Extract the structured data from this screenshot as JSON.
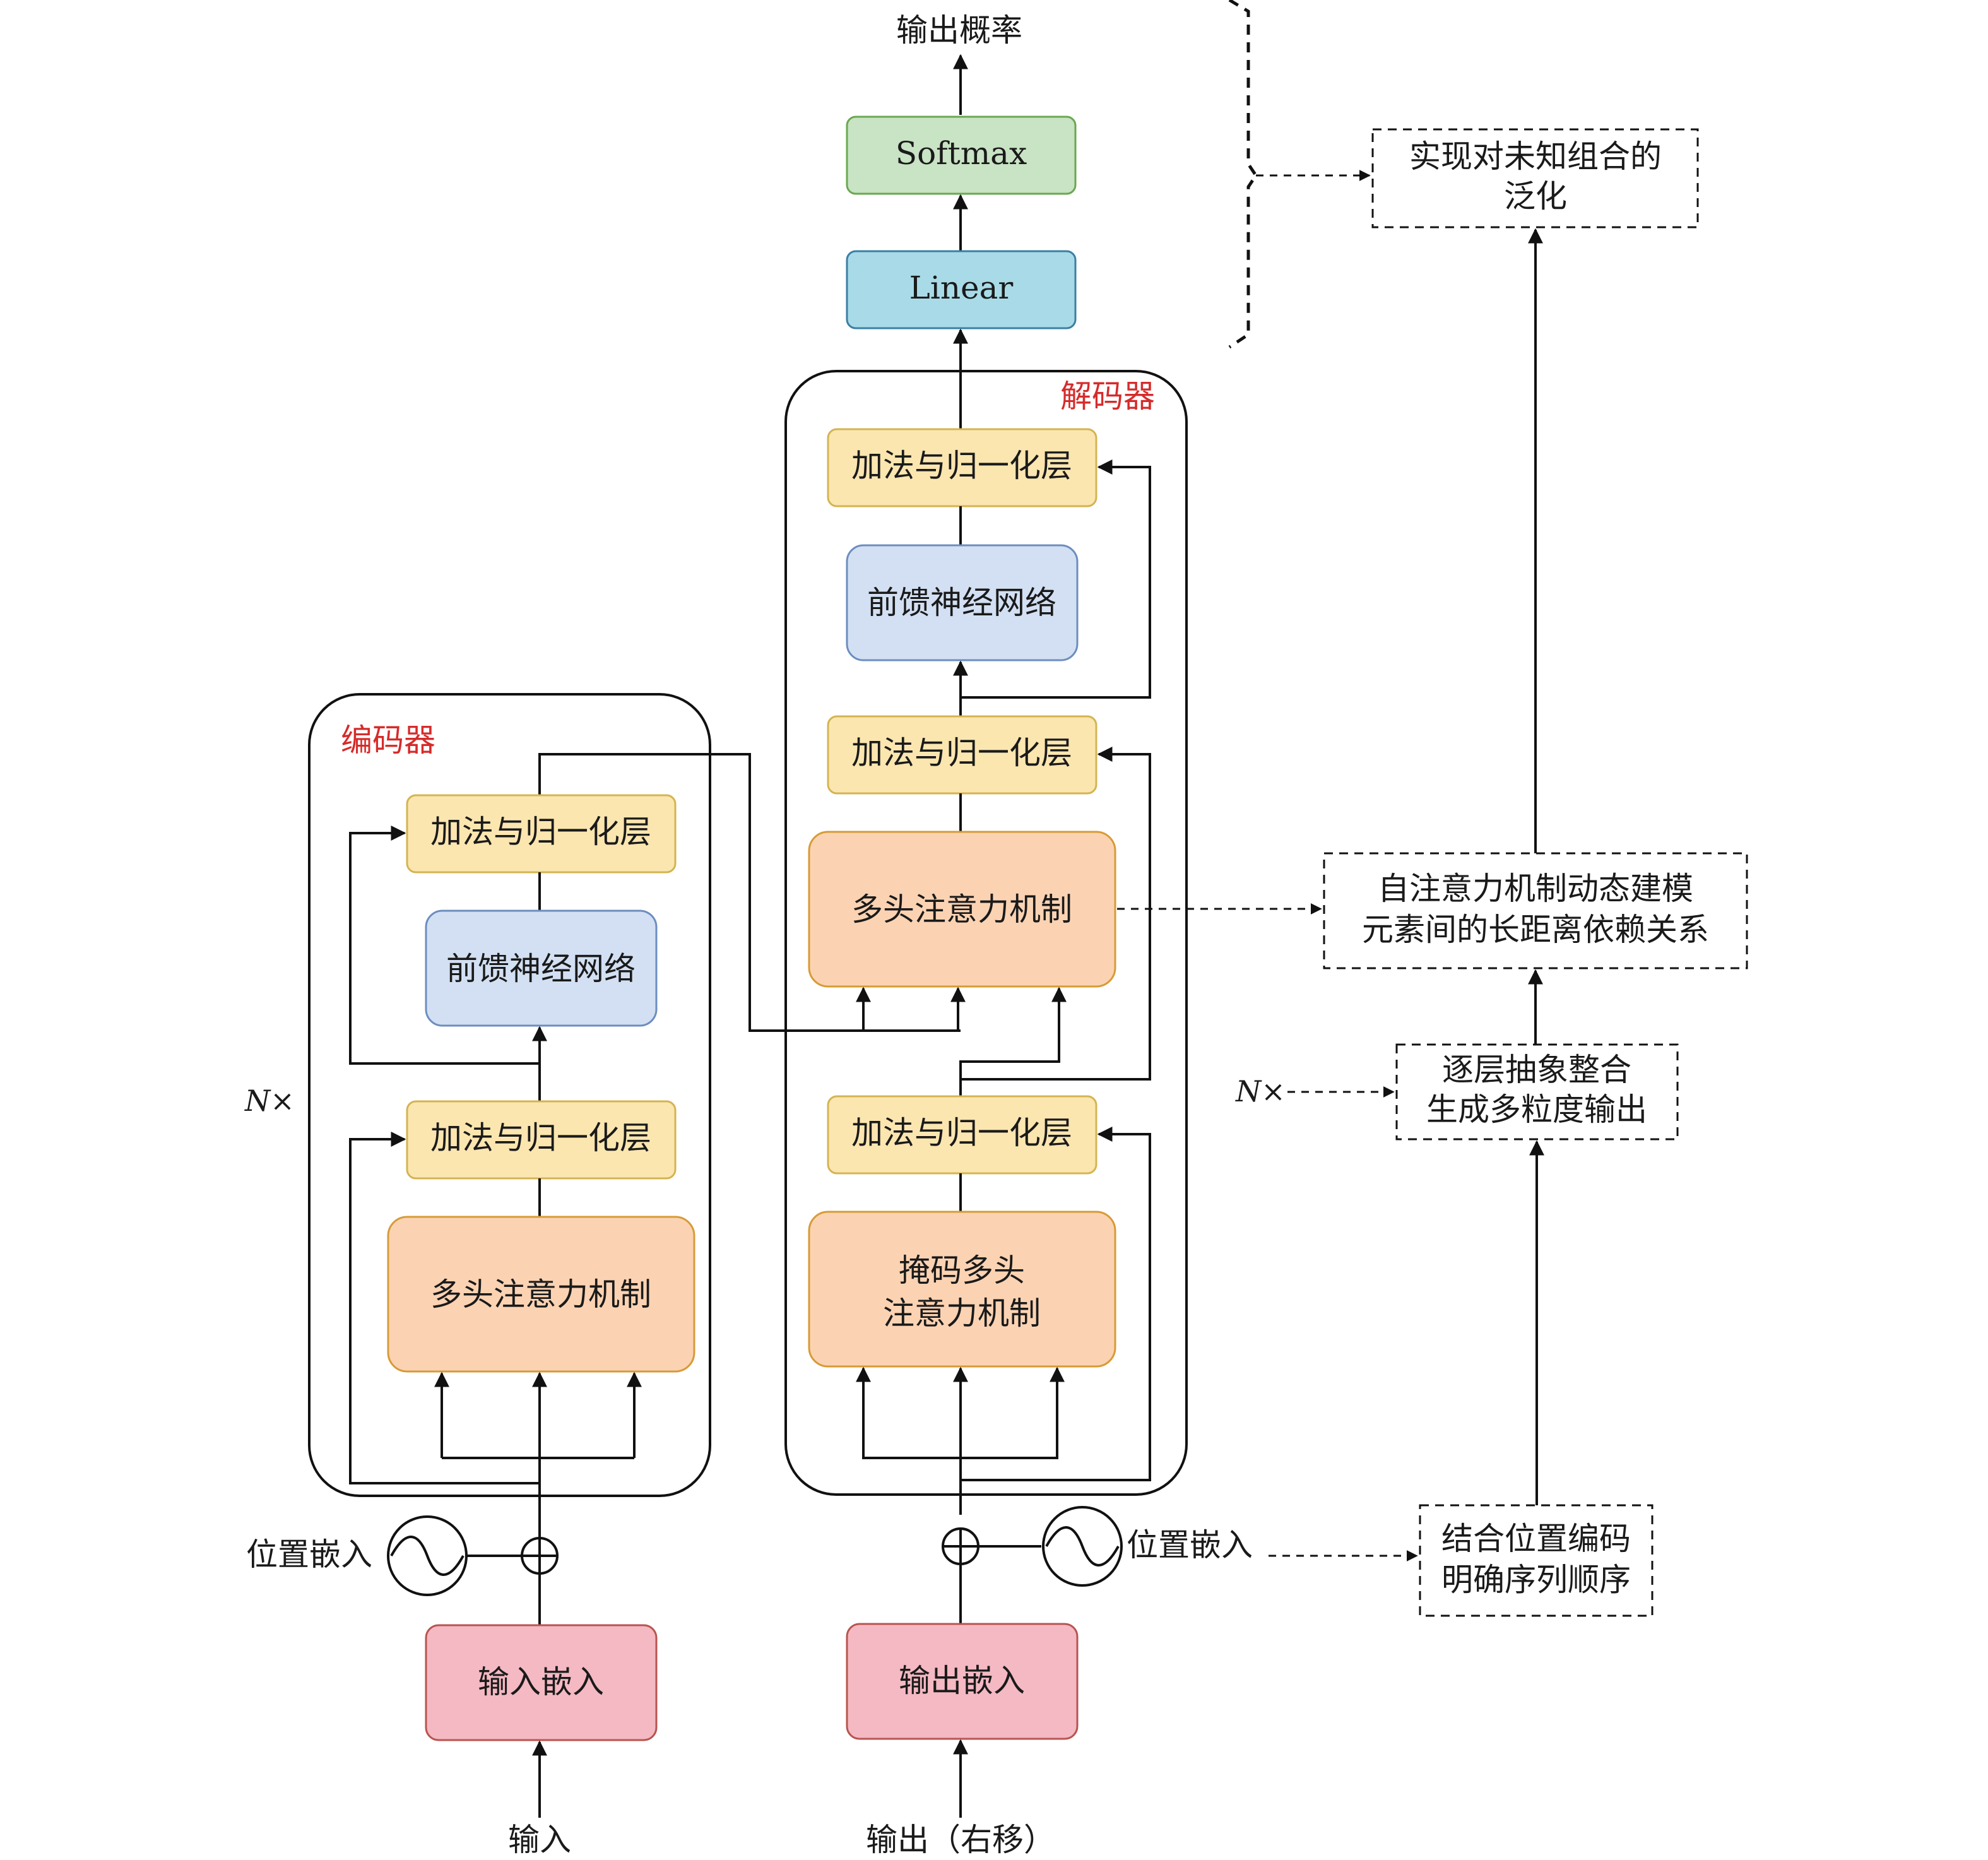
{
  "labels": {
    "output_prob": "输出概率",
    "softmax": "Softmax",
    "linear": "Linear",
    "decoder_title": "解码器",
    "encoder_title": "编码器",
    "add_norm": "加法与归一化层",
    "ffn": "前馈神经网络",
    "mha": "多头注意力机制",
    "masked_mha_line1": "掩码多头",
    "masked_mha_line2": "注意力机制",
    "n_times": "N×",
    "pos_embed": "位置嵌入",
    "input_embed": "输入嵌入",
    "output_embed": "输出嵌入",
    "input": "输入",
    "output_shifted": "输出（右移）"
  },
  "annotations": {
    "generalization_line1": "实现对未知组合的",
    "generalization_line2": "泛化",
    "self_attention_line1": "自注意力机制动态建模",
    "self_attention_line2": "元素间的长距离依赖关系",
    "layerwise_line1": "逐层抽象整合",
    "layerwise_line2": "生成多粒度输出",
    "position_line1": "结合位置编码",
    "position_line2": "明确序列顺序",
    "n_times": "N×"
  },
  "colors": {
    "add_norm_fill": "#fbe6b0",
    "add_norm_stroke": "#d4b452",
    "ffn_fill": "#d3e0f3",
    "ffn_stroke": "#6c8ebf",
    "attn_fill": "#fbd3b3",
    "attn_stroke": "#d79b36",
    "embed_fill": "#f4b9c3",
    "embed_stroke": "#b85450",
    "linear_fill": "#a8dbe7",
    "linear_stroke": "#3b7fa3",
    "softmax_fill": "#c9e3c5",
    "softmax_stroke": "#6aa84f",
    "title_red": "#d62b2b"
  }
}
